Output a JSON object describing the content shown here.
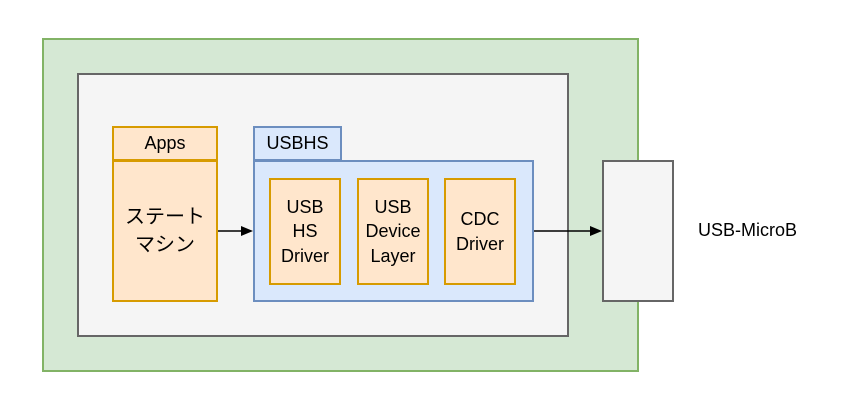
{
  "diagram": {
    "containers": {
      "board": {
        "label": ""
      },
      "mcu": {
        "label": ""
      }
    },
    "apps": {
      "header": "Apps",
      "body": "ステート\nマシン"
    },
    "usbhs": {
      "header": "USBHS",
      "modules": [
        {
          "label": "USB\nHS\nDriver"
        },
        {
          "label": "USB\nDevice\nLayer"
        },
        {
          "label": "CDC\nDriver"
        }
      ]
    },
    "connector": {
      "label": "USB-MicroB"
    },
    "edges": [
      {
        "from": "apps",
        "to": "usbhs"
      },
      {
        "from": "usbhs",
        "to": "connector"
      }
    ],
    "colors": {
      "board_fill": "#d5e8d4",
      "board_stroke": "#82b366",
      "mcu_fill": "#f5f5f5",
      "mcu_stroke": "#666666",
      "app_fill": "#ffe6cc",
      "app_stroke": "#d79b00",
      "usb_fill": "#dae8fc",
      "usb_stroke": "#6c8ebf"
    }
  }
}
